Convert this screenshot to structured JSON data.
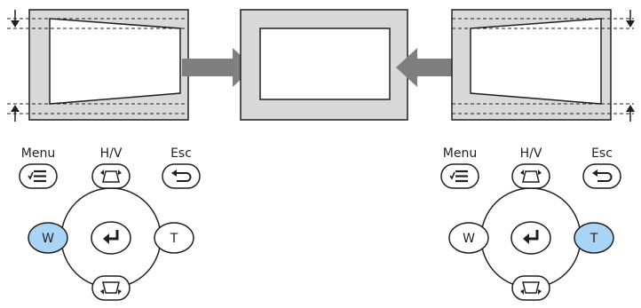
{
  "colors": {
    "frame_fill": "#d9d9d9",
    "stroke": "#231f20",
    "arrow": "#7f7f7f",
    "highlight": "#a9d4f3",
    "background": "#ffffff"
  },
  "diagram": {
    "left_projection": {
      "shape": "keystone-wide-left",
      "indicator": "outer-arrows-pointing-inward-left"
    },
    "center_projection": {
      "shape": "rectangle-corrected"
    },
    "right_projection": {
      "shape": "keystone-wide-right",
      "indicator": "outer-arrows-pointing-inward-right"
    }
  },
  "remote_left": {
    "menu_label": "Menu",
    "hv_label": "H/V",
    "esc_label": "Esc",
    "w_label": "W",
    "t_label": "T",
    "highlighted_key": "W",
    "icons": [
      "menu-list-icon",
      "keystone-up-icon",
      "return-icon",
      "enter-icon",
      "keystone-down-icon"
    ]
  },
  "remote_right": {
    "menu_label": "Menu",
    "hv_label": "H/V",
    "esc_label": "Esc",
    "w_label": "W",
    "t_label": "T",
    "highlighted_key": "T",
    "icons": [
      "menu-list-icon",
      "keystone-up-icon",
      "return-icon",
      "enter-icon",
      "keystone-down-icon"
    ]
  }
}
